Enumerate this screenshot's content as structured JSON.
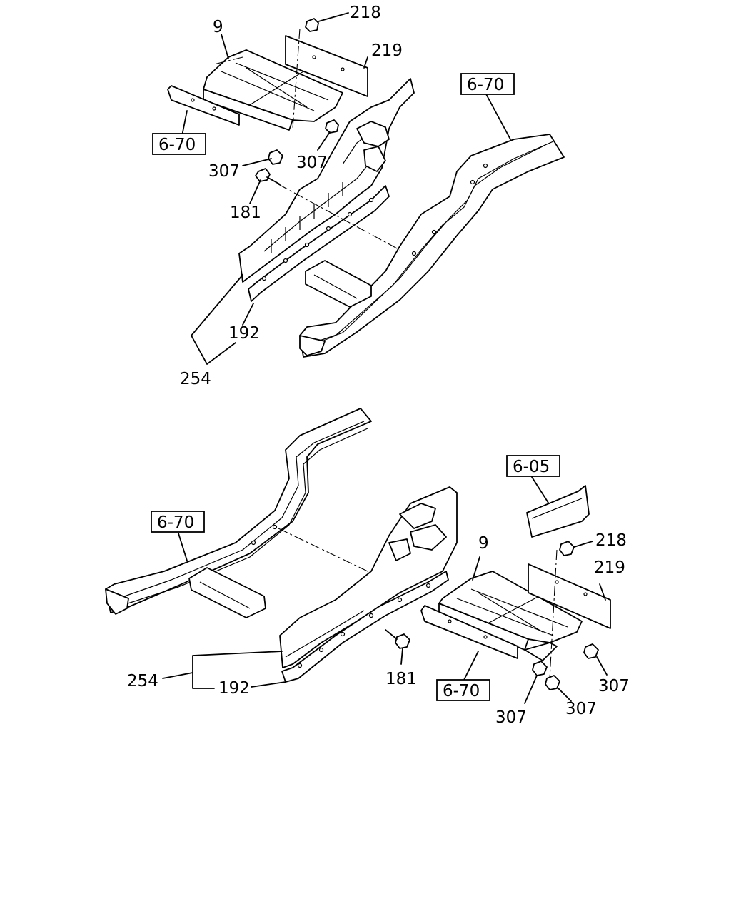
{
  "diagram": {
    "top": {
      "callouts": [
        "218",
        "9",
        "219",
        "307",
        "307",
        "181",
        "192",
        "254"
      ],
      "refs": [
        "6-70",
        "6-70"
      ]
    },
    "bottom": {
      "callouts": [
        "9",
        "218",
        "219",
        "254",
        "192",
        "181",
        "307",
        "307",
        "307"
      ],
      "refs": [
        "6-70",
        "6-05",
        "6-70"
      ]
    }
  }
}
